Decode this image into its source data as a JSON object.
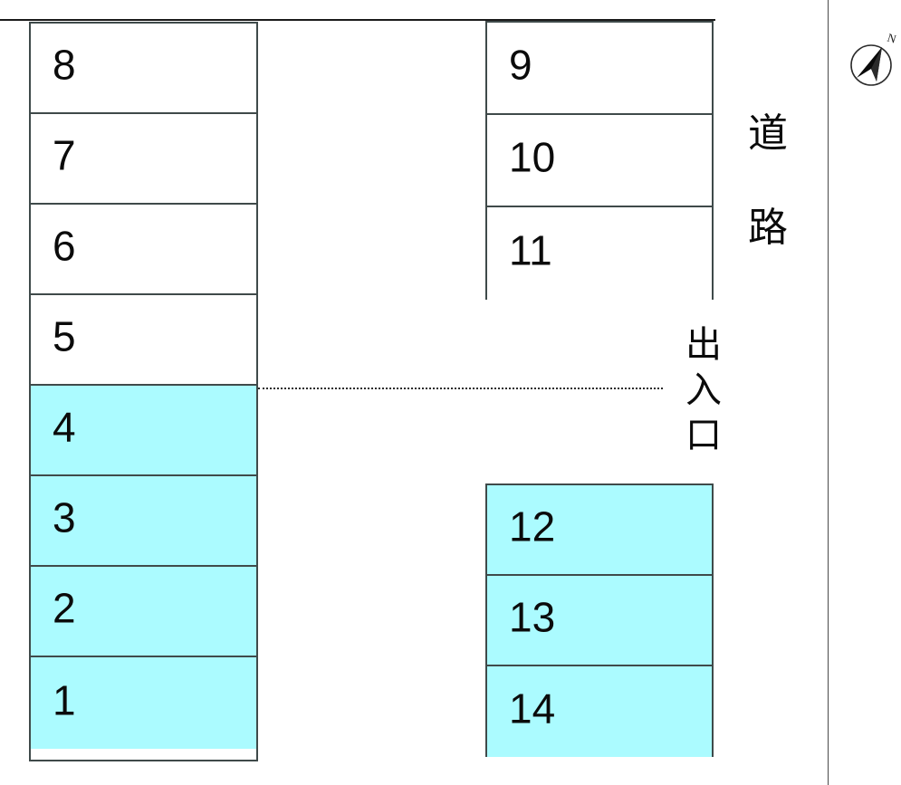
{
  "diagram": {
    "title": "parking-lot-layout",
    "colors": {
      "stall_highlight": "#abfbff",
      "stall_vacant": "#ffffff",
      "stroke": "#3f4a4a",
      "boundary": "#1a1a1a"
    }
  },
  "blocks": {
    "left": {
      "name": "left-stall-block",
      "stalls": [
        {
          "number": "8",
          "highlighted": false
        },
        {
          "number": "7",
          "highlighted": false
        },
        {
          "number": "6",
          "highlighted": false
        },
        {
          "number": "5",
          "highlighted": false
        },
        {
          "number": "4",
          "highlighted": true
        },
        {
          "number": "3",
          "highlighted": true
        },
        {
          "number": "2",
          "highlighted": true
        },
        {
          "number": "1",
          "highlighted": true
        }
      ]
    },
    "right_top": {
      "name": "upper-right-stall-block",
      "stalls": [
        {
          "number": "9",
          "highlighted": false
        },
        {
          "number": "10",
          "highlighted": false
        },
        {
          "number": "11",
          "highlighted": false
        }
      ]
    },
    "right_bottom": {
      "name": "lower-right-stall-block",
      "stalls": [
        {
          "number": "12",
          "highlighted": true
        },
        {
          "number": "13",
          "highlighted": true
        },
        {
          "number": "14",
          "highlighted": true
        }
      ]
    }
  },
  "labels": {
    "road": {
      "chars": [
        "道",
        "路"
      ],
      "text": "道路"
    },
    "entrance": {
      "chars": [
        "出",
        "入",
        "口"
      ],
      "text": "出入口"
    }
  },
  "compass": {
    "icon": "compass-north-icon",
    "north_letter": "N"
  }
}
